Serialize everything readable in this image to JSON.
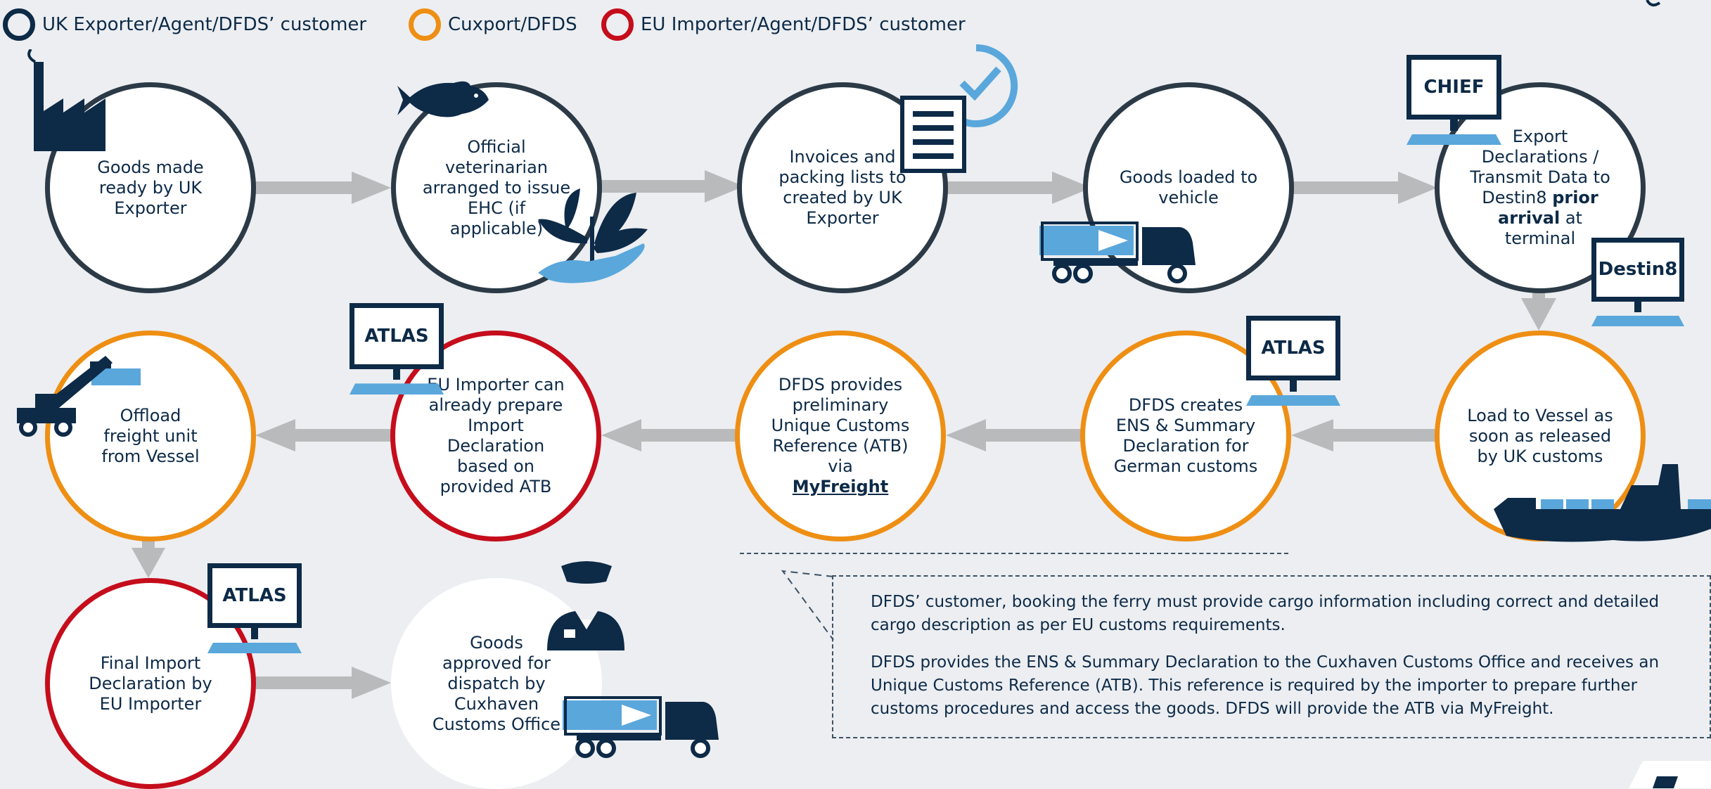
{
  "legend": [
    {
      "label": "UK Exporter/Agent/DFDS’ customer",
      "color": "#0d2a47"
    },
    {
      "label": "Cuxport/DFDS",
      "color": "#ee8f14"
    },
    {
      "label": "EU Importer/Agent/DFDS’ customer",
      "color": "#c50d1c"
    }
  ],
  "steps": {
    "s1": {
      "text": "Goods made ready by UK Exporter"
    },
    "s2": {
      "text": "Official veterinarian arranged to issue EHC (if applicable)"
    },
    "s3": {
      "text": "Invoices and packing lists to created by UK Exporter"
    },
    "s4": {
      "text": "Goods loaded to vehicle"
    },
    "s5": {
      "text_a": "Export Declarations / Transmit Data to Destin8",
      "text_bold": "prior arrival",
      "text_b": "at terminal"
    },
    "s6": {
      "text": "Load to Vessel as soon as released by UK customs"
    },
    "s7": {
      "text": "DFDS creates ENS & Summary Declaration for German customs"
    },
    "s8": {
      "text_a": "DFDS provides preliminary Unique Customs Reference (ATB) via",
      "text_link": "MyFreight"
    },
    "s9": {
      "text": "EU Importer can already prepare Import Declaration based on provided ATB"
    },
    "s10": {
      "text": "Offload freight unit from Vessel"
    },
    "s11": {
      "text": "Final Import Declaration by EU Importer"
    },
    "s12": {
      "text": "Goods approved for dispatch by Cuxhaven Customs Office"
    }
  },
  "systems": {
    "chief": "CHIEF",
    "destin8": "Destin8",
    "atlas": "ATLAS"
  },
  "info": {
    "p1": "DFDS’ customer, booking the ferry must provide cargo information including correct and detailed cargo description as per EU customs requirements.",
    "p2": "DFDS provides the ENS & Summary Declaration to the Cuxhaven Customs Office and receives an Unique Customs Reference (ATB). This reference is required by the importer to prepare further customs procedures and access the goods. DFDS will provide the ATB via MyFreight."
  },
  "colors": {
    "navy": "#0d2a47",
    "orange": "#ee8f14",
    "red": "#c50d1c",
    "arrow": "#b9babb",
    "light_blue": "#5aa7dc"
  },
  "icons": [
    "factory-icon",
    "fish-icon",
    "plant-in-hand-icon",
    "document-icon",
    "checkmark-icon",
    "truck-icon",
    "ship-icon",
    "crane-icon",
    "customs-officer-icon"
  ]
}
